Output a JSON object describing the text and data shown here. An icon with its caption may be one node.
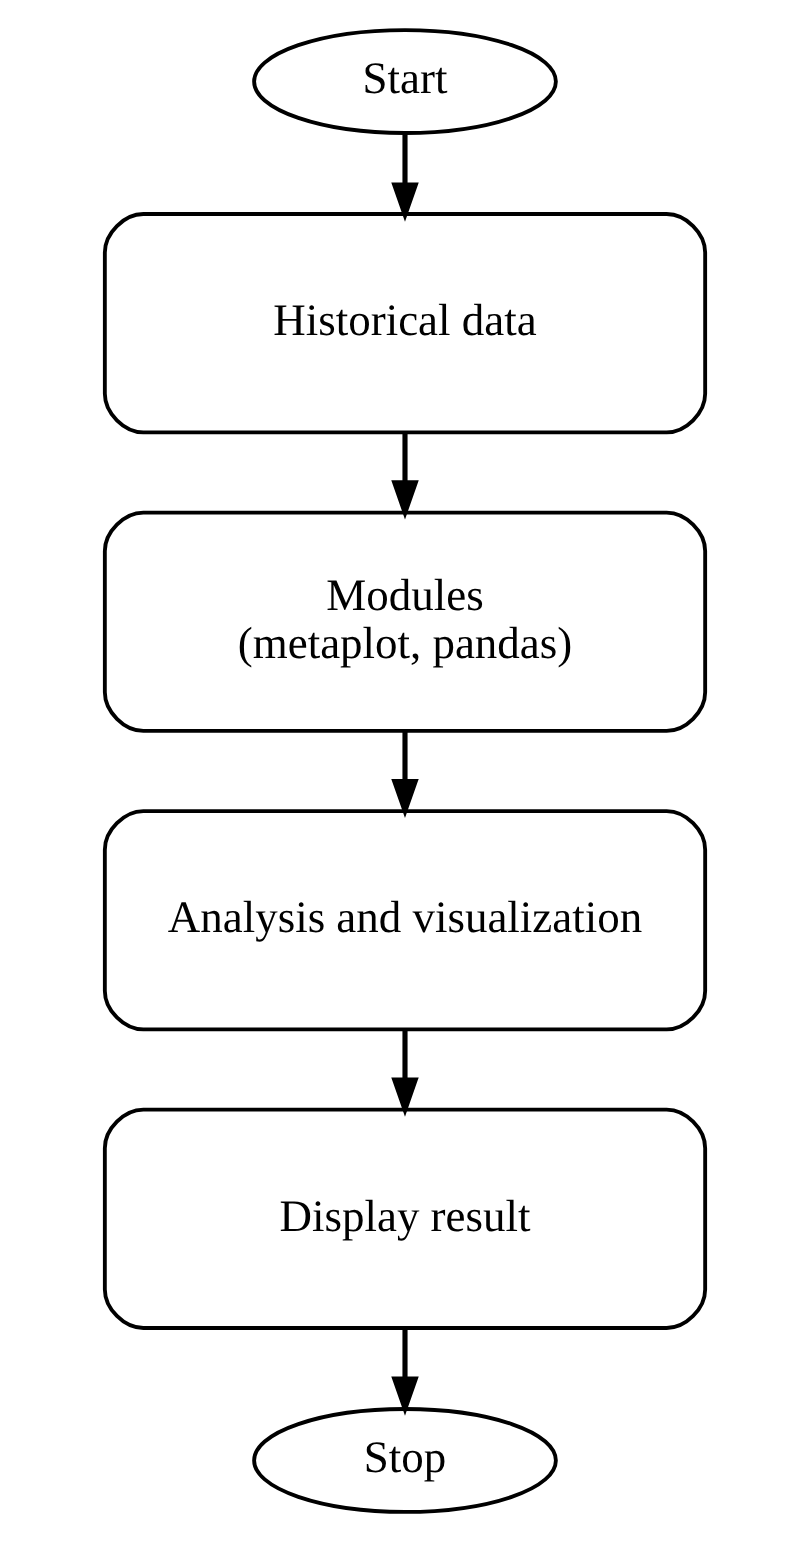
{
  "diagram": {
    "nodes": [
      {
        "text": [
          "Start"
        ]
      },
      {
        "text": [
          "Historical data"
        ]
      },
      {
        "text": [
          "Modules (metaplot, pandas)"
        ]
      },
      {
        "text": [
          "Analysis and visualization"
        ]
      },
      {
        "text": [
          "Display result"
        ]
      },
      {
        "text": [
          "Stop"
        ]
      }
    ],
    "edges": [
      {
        "from": 0,
        "to": 1,
        "arrow": "to"
      },
      {
        "from": 1,
        "to": 2,
        "arrow": "to"
      },
      {
        "from": 2,
        "to": 3,
        "arrow": "to"
      },
      {
        "from": 3,
        "to": 4,
        "arrow": "to"
      },
      {
        "from": 4,
        "to": 5,
        "arrow": "to"
      }
    ]
  }
}
